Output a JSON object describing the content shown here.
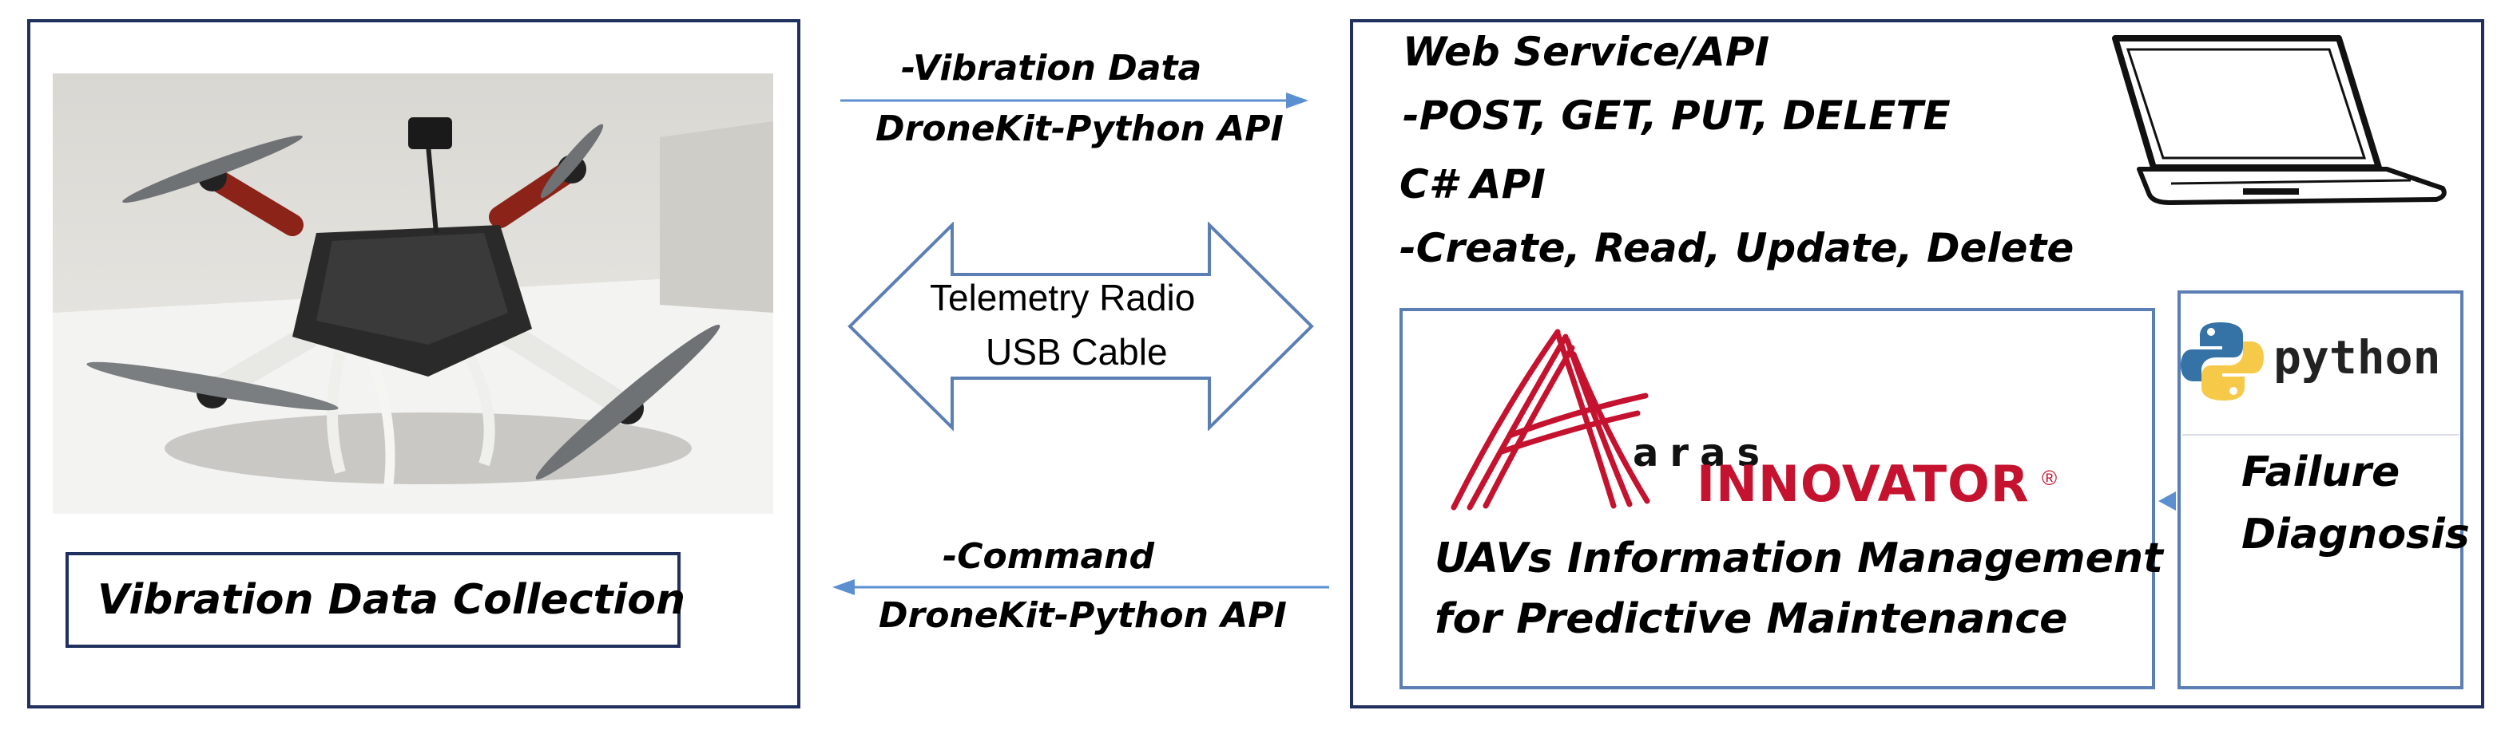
{
  "left_panel": {
    "caption": "Vibration Data Collection",
    "image_icon": "drone-image"
  },
  "top_arrow": {
    "line1": "-Vibration Data",
    "line2": "DroneKit-Python API"
  },
  "bottom_arrow": {
    "line1": "-Command",
    "line2": "DroneKit-Python API"
  },
  "double_arrow": {
    "line1": "Telemetry Radio",
    "line2": "USB Cable"
  },
  "right_panel": {
    "line1": "Web Service/API",
    "line2": "-POST, GET, PUT, DELETE",
    "line3": "C# API",
    "line4": "-Create, Read, Update, Delete",
    "laptop_icon": "laptop-icon"
  },
  "aras_box": {
    "logo_small": "aras",
    "logo_big": "INNOVATOR",
    "logo_mark": "®",
    "caption1": "UAVs Information Management",
    "caption2": "for Predictive Maintenance"
  },
  "python_box": {
    "logo_text": "python",
    "caption1": "Failure",
    "caption2": "Diagnosis"
  },
  "colors": {
    "panel_border": "#1f2f5e",
    "box_border": "#5b7fb5",
    "arrow": "#5b8fd0",
    "aras_red": "#c4122f"
  }
}
